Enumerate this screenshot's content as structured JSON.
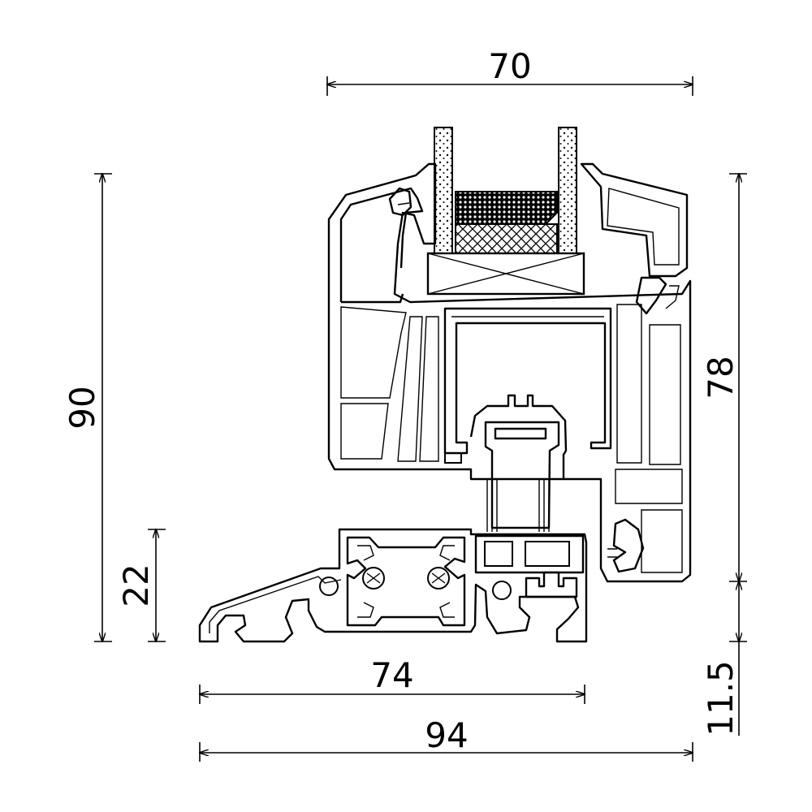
{
  "drawing": {
    "colors": {
      "line": "#000000",
      "background": "#ffffff"
    },
    "dimensions": {
      "top_width": "70",
      "total_height": "90",
      "base_height": "22",
      "frame_height": "78",
      "sill_height": "11.5",
      "inner_width": "74",
      "total_width": "94"
    }
  }
}
